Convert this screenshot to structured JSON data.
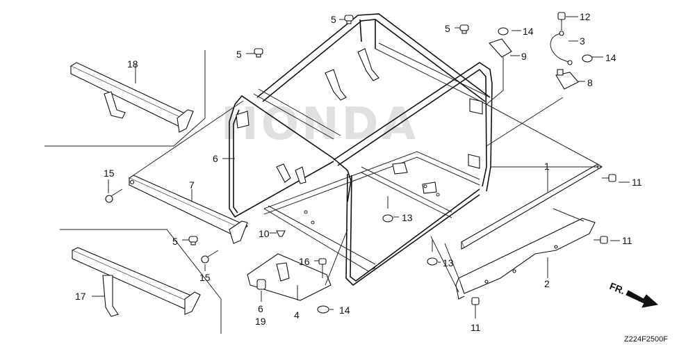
{
  "diagram": {
    "code": "Z224F2500F",
    "direction_label": "FR.",
    "watermark": "HONDA",
    "callouts": [
      {
        "id": "c1",
        "label": "1"
      },
      {
        "id": "c2",
        "label": "2"
      },
      {
        "id": "c3",
        "label": "3"
      },
      {
        "id": "c4",
        "label": "4"
      },
      {
        "id": "c5a",
        "label": "5"
      },
      {
        "id": "c5b",
        "label": "5"
      },
      {
        "id": "c5c",
        "label": "5"
      },
      {
        "id": "c5d",
        "label": "5"
      },
      {
        "id": "c6a",
        "label": "6"
      },
      {
        "id": "c6b",
        "label": "6"
      },
      {
        "id": "c7",
        "label": "7"
      },
      {
        "id": "c8",
        "label": "8"
      },
      {
        "id": "c9",
        "label": "9"
      },
      {
        "id": "c10",
        "label": "10"
      },
      {
        "id": "c11a",
        "label": "11"
      },
      {
        "id": "c11b",
        "label": "11"
      },
      {
        "id": "c11c",
        "label": "11"
      },
      {
        "id": "c12",
        "label": "12"
      },
      {
        "id": "c13a",
        "label": "13"
      },
      {
        "id": "c13b",
        "label": "13"
      },
      {
        "id": "c14a",
        "label": "14"
      },
      {
        "id": "c14b",
        "label": "14"
      },
      {
        "id": "c14c",
        "label": "14"
      },
      {
        "id": "c15a",
        "label": "15"
      },
      {
        "id": "c15b",
        "label": "15"
      },
      {
        "id": "c16",
        "label": "16"
      },
      {
        "id": "c17",
        "label": "17"
      },
      {
        "id": "c18",
        "label": "18"
      },
      {
        "id": "c19",
        "label": "19"
      }
    ]
  }
}
